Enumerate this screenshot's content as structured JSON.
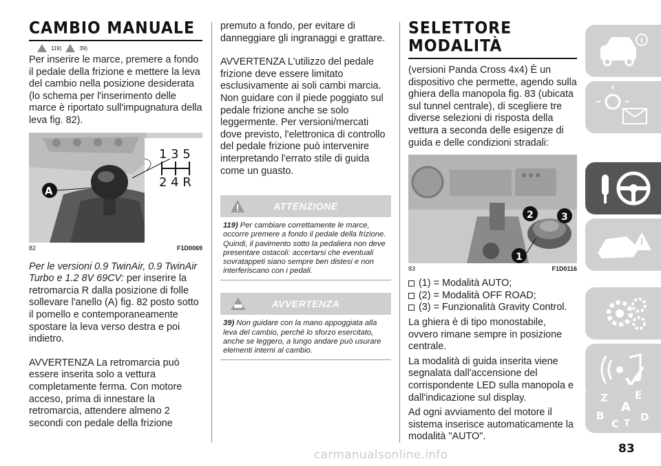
{
  "col1": {
    "heading": "CAMBIO MANUALE",
    "warn_refs": [
      "119)",
      "39)"
    ],
    "intro": "Per inserire le marce, premere a fondo il pedale della frizione e mettere la leva del cambio nella posizione desiderata (lo schema per l'inserimento delle marce è riportato sull'impugnatura della leva fig. 82).",
    "figure": {
      "number": "82",
      "code": "F1D0069",
      "label_a": "A",
      "gears_top": "1 3 5",
      "gears_bottom": "2 4 R"
    },
    "version_italic": "Per le versioni 0.9 TwinAir, 0.9 TwinAir Turbo e 1.2 8V 69CV:",
    "version_text": " per inserire la retromarcia R dalla posizione di folle sollevare l'anello (A) fig. 82 posto sotto il pomello e contemporaneamente spostare la leva verso destra e poi indietro.",
    "avvertenza": "AVVERTENZA La retromarcia può essere inserita solo a vettura completamente ferma. Con motore acceso, prima di innestare la retromarcia, attendere almeno 2 secondi con pedale della frizione"
  },
  "col2": {
    "continuation": "premuto a fondo, per evitare di danneggiare gli ingranaggi e grattare.",
    "avvertenza": "AVVERTENZA L'utilizzo del pedale frizione deve essere limitato esclusivamente ai soli cambi marcia. Non guidare con il piede poggiato sul pedale frizione anche se solo leggermente. Per versioni/mercati dove previsto, l'elettronica di controllo del pedale frizione può intervenire interpretando l'errato stile di guida come un guasto.",
    "box1": {
      "title": "ATTENZIONE",
      "ref": "119)",
      "text": "Per cambiare correttamente le marce, occorre premere a fondo il pedale della frizione. Quindi, il pavimento sotto la pedaliera non deve presentare ostacoli: accertarsi che eventuali sovratappeti siano sempre ben distesi e non interferiscano con i pedali."
    },
    "box2": {
      "title": "AVVERTENZA",
      "ref": "39)",
      "text": "Non guidare con la mano appoggiata alla leva del cambio, perché lo sforzo esercitato, anche se leggero, a lungo andare può usurare elementi interni al cambio."
    }
  },
  "col3": {
    "heading_line1": "SELETTORE",
    "heading_line2": "MODALITÀ",
    "intro": "(versioni Panda Cross 4x4) È un dispositivo che permette, agendo sulla ghiera della manopola fig. 83 (ubicata sul tunnel centrale), di scegliere tre diverse selezioni di risposta della vettura a seconda delle esigenze di guida e delle condizioni stradali:",
    "figure": {
      "number": "83",
      "code": "F1D0116",
      "labels": [
        "1",
        "2",
        "3"
      ]
    },
    "bullets": [
      "(1) = Modalità AUTO;",
      "(2) = Modalità OFF ROAD;",
      "(3) = Funzionalità Gravity Control."
    ],
    "para1": "La ghiera è di tipo monostabile, ovvero rimane sempre in posizione centrale.",
    "para2": "La modalità di guida inserita viene segnalata dall'accensione del corrispondente LED sulla manopola e dall'indicazione sul display.",
    "para3": "Ad ogni avviamento del motore il sistema inserisce automaticamente la modalità \"AUTO\"."
  },
  "sidebar": {
    "tabs": [
      "car-info-icon",
      "warning-lights-icon",
      "steering-wheel-key-icon",
      "accident-icon",
      "service-gears-icon",
      "multimedia-icon",
      "index-letters-icon"
    ],
    "active_index": 2,
    "index_letters": [
      "Z",
      "E",
      "A",
      "B",
      "C",
      "T",
      "D"
    ]
  },
  "page_number": "83",
  "watermark": "carmanualsonline.info",
  "colors": {
    "box_header": "#cfcfcf",
    "tab": "#d0d0d0",
    "tab_active": "#555555"
  }
}
